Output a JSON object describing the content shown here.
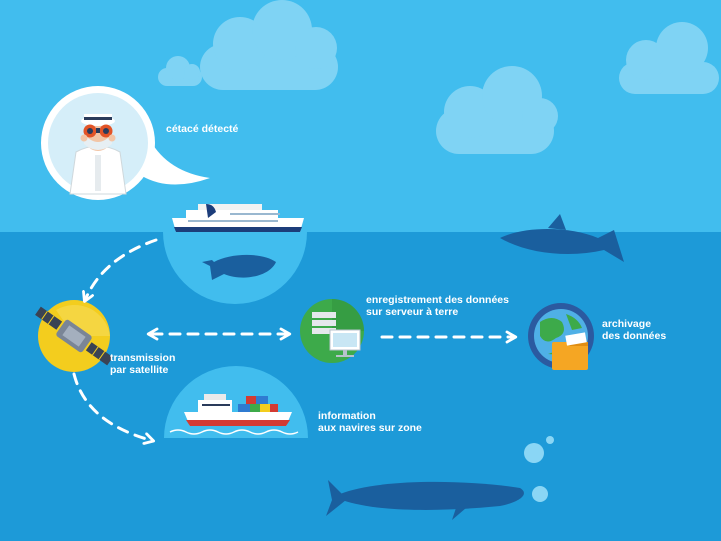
{
  "colors": {
    "sky": "#41bdee",
    "sea": "#1d9ad8",
    "cloud": "#7fd3f4",
    "whale_dark": "#1a5f9e",
    "arrow": "#ffffff",
    "yellow": "#f3cd1e",
    "green": "#3daa4a",
    "hull_red": "#d33b33"
  },
  "icons": {
    "observer": "sailor-binoculars-icon",
    "satellite": "satellite-icon",
    "server": "server-computer-icon",
    "archive": "globe-folder-icon",
    "ferry": "ferry-ship-icon",
    "cargo": "cargo-ship-icon"
  },
  "labels": {
    "detected": "cétacé détecté",
    "satellite_line1": "transmission",
    "satellite_line2": "par satellite",
    "server_line1": "enregistrement des données",
    "server_line2": "sur serveur à terre",
    "archive_line1": "archivage",
    "archive_line2": "des données",
    "info_line1": "information",
    "info_line2": "aux navires sur zone"
  }
}
